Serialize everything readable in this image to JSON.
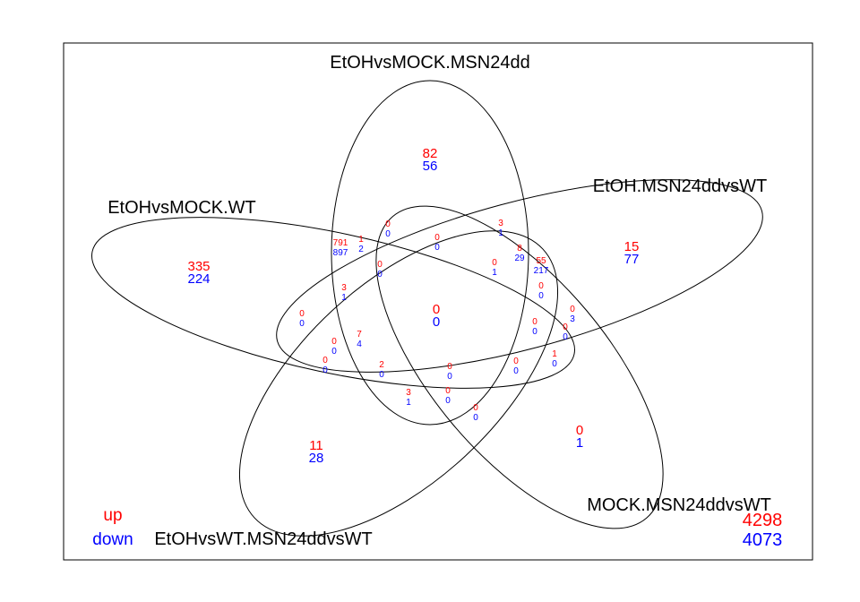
{
  "colors": {
    "up": "#ff0000",
    "down": "#0000ff",
    "outline": "#000000"
  },
  "sets": [
    {
      "id": "s1",
      "name": "EtOHvsMOCK.MSN24dd"
    },
    {
      "id": "s2",
      "name": "EtOH.MSN24ddvsWT"
    },
    {
      "id": "s3",
      "name": "EtOHvsMOCK.WT"
    },
    {
      "id": "s4",
      "name": "MOCK.MSN24ddvsWT"
    },
    {
      "id": "s5",
      "name": "EtOHvsWT.MSN24ddvsWT"
    }
  ],
  "legend": {
    "up_label": "up",
    "down_label": "down"
  },
  "totals": {
    "up": "4298",
    "down": "4073"
  },
  "regions": [
    {
      "id": "r1",
      "up": "82",
      "down": "56"
    },
    {
      "id": "r2",
      "up": "335",
      "down": "224"
    },
    {
      "id": "r3",
      "up": "15",
      "down": "77"
    },
    {
      "id": "r4",
      "up": "11",
      "down": "28"
    },
    {
      "id": "r5",
      "up": "0",
      "down": "1"
    },
    {
      "id": "r6",
      "up": "0",
      "down": "0"
    },
    {
      "id": "r7",
      "up": "0",
      "down": "0"
    },
    {
      "id": "r8",
      "up": "3",
      "down": "1"
    },
    {
      "id": "r9",
      "up": "0",
      "down": "0"
    },
    {
      "id": "r10",
      "up": "791",
      "down": "897"
    },
    {
      "id": "r11",
      "up": "1",
      "down": "2"
    },
    {
      "id": "r12",
      "up": "8",
      "down": "29"
    },
    {
      "id": "r13",
      "up": "55",
      "down": "217"
    },
    {
      "id": "r14",
      "up": "0",
      "down": "1"
    },
    {
      "id": "r15",
      "up": "0",
      "down": "0"
    },
    {
      "id": "r16",
      "up": "0",
      "down": "0"
    },
    {
      "id": "r17",
      "up": "0",
      "down": "3"
    },
    {
      "id": "r18",
      "up": "3",
      "down": "1"
    },
    {
      "id": "r19",
      "up": "0",
      "down": "0"
    },
    {
      "id": "r20",
      "up": "0",
      "down": "0"
    },
    {
      "id": "r21",
      "up": "0",
      "down": "0"
    },
    {
      "id": "r22",
      "up": "7",
      "down": "4"
    },
    {
      "id": "r23",
      "up": "0",
      "down": "0"
    },
    {
      "id": "r24",
      "up": "0",
      "down": "0"
    },
    {
      "id": "r25",
      "up": "2",
      "down": "0"
    },
    {
      "id": "r26",
      "up": "0",
      "down": "0"
    },
    {
      "id": "r27",
      "up": "0",
      "down": "0"
    },
    {
      "id": "r28",
      "up": "1",
      "down": "0"
    },
    {
      "id": "r29",
      "up": "3",
      "down": "1"
    },
    {
      "id": "r30",
      "up": "0",
      "down": "0"
    },
    {
      "id": "r31",
      "up": "0",
      "down": "0"
    }
  ]
}
